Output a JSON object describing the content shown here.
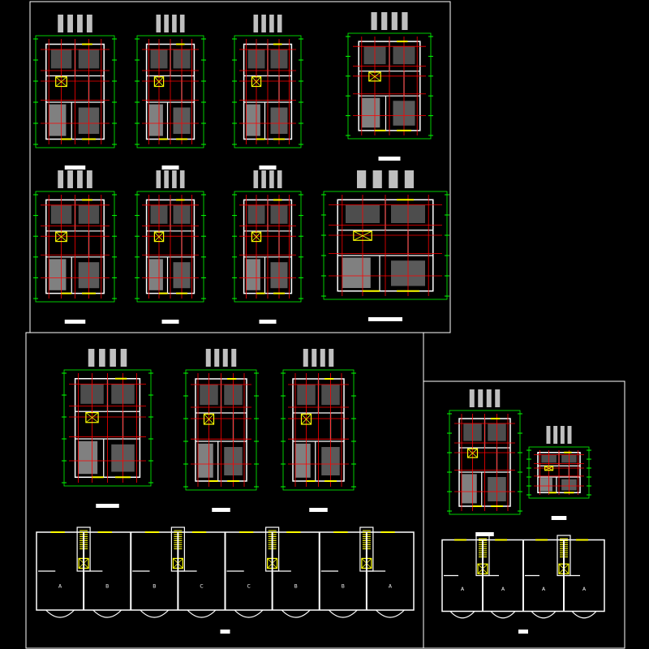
{
  "colors": {
    "background": "#000000",
    "wall": "#ffffff",
    "axis": "#ff0000",
    "dimension": "#00ff00",
    "window": "#ffff00",
    "fill": "#808080",
    "frame": "#ffffff"
  },
  "combined_plan_left": {
    "units": [
      "A",
      "B",
      "B",
      "C",
      "C",
      "B",
      "B",
      "A"
    ]
  },
  "combined_plan_right": {
    "units": [
      "A",
      "A",
      "A",
      "A"
    ]
  }
}
